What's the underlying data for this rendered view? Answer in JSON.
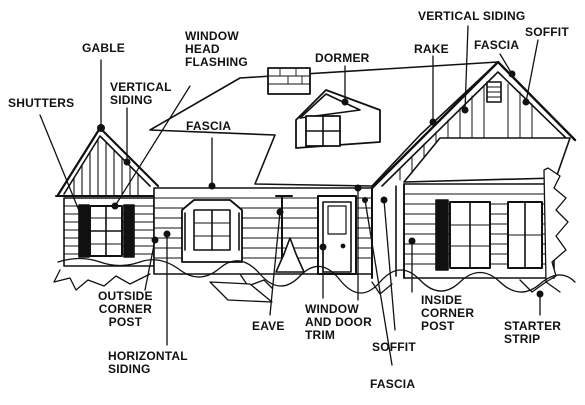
{
  "diagram": {
    "labels": {
      "gable": "GABLE",
      "shutters": "SHUTTERS",
      "vertical_siding_left": "VERTICAL\nSIDING",
      "window_head_flashing": "WINDOW\nHEAD\nFLASHING",
      "fascia_top": "FASCIA",
      "dormer": "DORMER",
      "vertical_siding_top": "VERTICAL SIDING",
      "rake": "RAKE",
      "fascia_right": "FASCIA",
      "soffit_top": "SOFFIT",
      "outside_corner_post": "OUTSIDE\nCORNER\nPOST",
      "horizontal_siding": "HORIZONTAL\nSIDING",
      "eave": "EAVE",
      "window_and_door_trim": "WINDOW\nAND DOOR\nTRIM",
      "inside_corner_post": "INSIDE\nCORNER\nPOST",
      "soffit_bottom": "SOFFIT",
      "starter_strip": "STARTER\nSTRIP",
      "fascia_bottom": "FASCIA"
    }
  }
}
